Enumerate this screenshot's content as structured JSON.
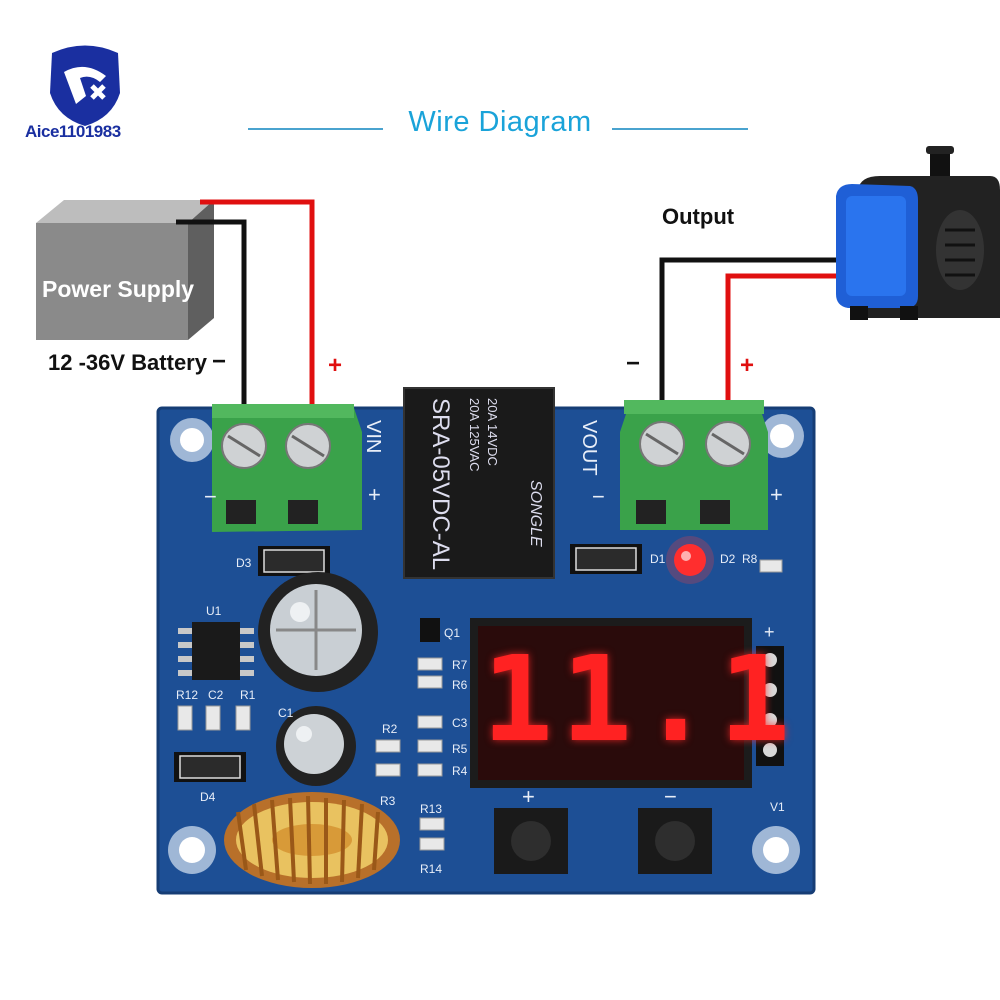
{
  "brand": {
    "name": "Aice1101983",
    "logo_icon": "shield-dolphin-logo",
    "color": "#1a2fa0"
  },
  "header": {
    "title": "Wire Diagram",
    "accent": "#1aa3d9"
  },
  "power_supply": {
    "label": "Power Supply",
    "battery_label": "12 -36V  Battery",
    "neg": "−",
    "pos": "+"
  },
  "output": {
    "label": "Output",
    "neg": "−",
    "pos": "+",
    "device_icon": "water-pump-icon"
  },
  "board": {
    "color": "#1d4f95",
    "vin_label": "VIN",
    "vout_label": "VOUT",
    "vin_neg": "−",
    "vin_pos": "+",
    "vout_neg": "−",
    "vout_pos": "+",
    "relay": {
      "line1": "20A  14VDC",
      "line2": "20A  125VAC",
      "model": "SRA-05VDC-AL",
      "brand": "SONGLE"
    },
    "display_value": "11.1",
    "display_color": "#ff2222",
    "btn_plus": "+",
    "btn_minus": "−",
    "silk": {
      "d3": "D3",
      "u1": "U1",
      "r12": "R12",
      "c2": "C2",
      "r1": "R1",
      "c1": "C1",
      "d4": "D4",
      "r2": "R2",
      "r3": "R3",
      "r13": "R13",
      "r14": "R14",
      "q1": "Q1",
      "r7": "R7",
      "r6": "R6",
      "r5": "R5",
      "r4": "R4",
      "c3": "C3",
      "d1": "D1",
      "d2": "D2",
      "r8": "R8",
      "v1": "V1",
      "plus": "+"
    }
  },
  "colors": {
    "wire_red": "#e01010",
    "wire_black": "#111111",
    "terminal_green": "#3aa24a"
  }
}
